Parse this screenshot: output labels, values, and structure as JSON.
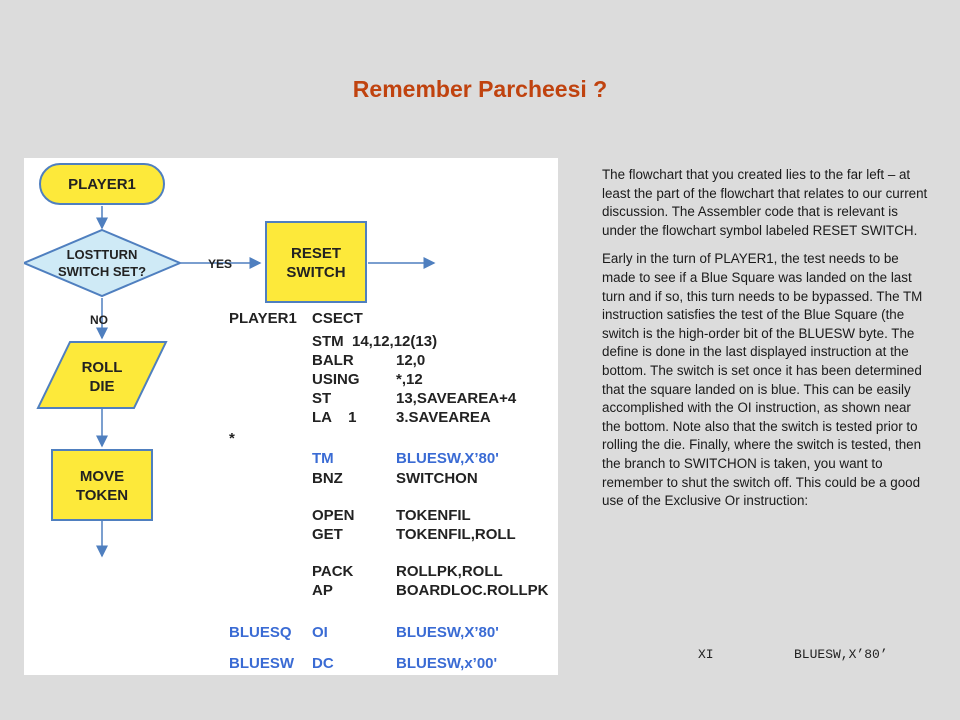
{
  "title": "Remember Parcheesi ?",
  "flowchart": {
    "start": "PLAYER1",
    "decision_line1": "LOSTTURN",
    "decision_line2": "SWITCH SET?",
    "yes_label": "YES",
    "no_label": "NO",
    "reset_line1": "RESET",
    "reset_line2": "SWITCH",
    "roll_line1": "ROLL",
    "roll_line2": "DIE",
    "move_line1": "MOVE",
    "move_line2": "TOKEN"
  },
  "code": {
    "lines": [
      {
        "label": "PLAYER1",
        "op": "CSECT",
        "operand": "",
        "blue": false
      },
      {
        "label": "",
        "op": "STM  14,12,12(13)",
        "operand": "",
        "blue": false
      },
      {
        "label": "",
        "op": "BALR",
        "operand": "12,0",
        "blue": false
      },
      {
        "label": "",
        "op": "USING",
        "operand": "*,12",
        "blue": false
      },
      {
        "label": "",
        "op": "ST",
        "operand": "13,SAVEAREA+4",
        "blue": false
      },
      {
        "label": "",
        "op": "LA    1",
        "operand": "3.SAVEAREA",
        "blue": false
      },
      {
        "label": "*",
        "op": "",
        "operand": "",
        "blue": false
      },
      {
        "label": "",
        "op": "TM",
        "operand": "BLUESW,X’80'",
        "blue": true
      },
      {
        "label": "",
        "op": "BNZ",
        "operand": "SWITCHON",
        "blue": false
      },
      {
        "label": "",
        "op": "OPEN",
        "operand": "TOKENFIL",
        "blue": false
      },
      {
        "label": "",
        "op": "GET",
        "operand": "TOKENFIL,ROLL",
        "blue": false
      },
      {
        "label": "",
        "op": "PACK",
        "operand": "ROLLPK,ROLL",
        "blue": false
      },
      {
        "label": "",
        "op": "AP",
        "operand": "BOARDLOC.ROLLPK",
        "blue": false
      },
      {
        "label": "BLUESQ",
        "op": "OI",
        "operand": "BLUESW,X’80'",
        "blue": true
      },
      {
        "label": "BLUESW",
        "op": "DC",
        "operand": "BLUESW,x’00'",
        "blue": true
      }
    ]
  },
  "description": {
    "p1": "The flowchart that you created lies to the far left – at least the part of the flowchart that relates to our current discussion.  The Assembler code that is relevant  is under the flowchart symbol labeled RESET SWITCH.",
    "p2": "Early in the turn of PLAYER1, the test needs to be made to see if a Blue Square was landed on the last turn and if so, this turn needs to be bypassed.  The TM instruction satisfies the test of the Blue Square (the switch is the high-order bit of the BLUESW byte.  The define is done in the last displayed instruction at the bottom.  The switch is set once it has been determined that the square landed on is blue.  This can be easily accomplished with the OI instruction, as shown near the bottom.  Note also that the switch is tested prior to rolling the die.  Finally, where the switch is tested, then the branch to SWITCHON is taken, you want to remember to shut the switch off.  This could be a good use of the Exclusive Or instruction:",
    "xi_op": "XI",
    "xi_operand": "BLUESW,X’80’"
  },
  "colors": {
    "title": "#c0430f",
    "box_fill": "#fde93a",
    "decision_fill": "#cfeaf6",
    "stroke": "#4f7fbf",
    "code_blue": "#3a6bd4"
  }
}
